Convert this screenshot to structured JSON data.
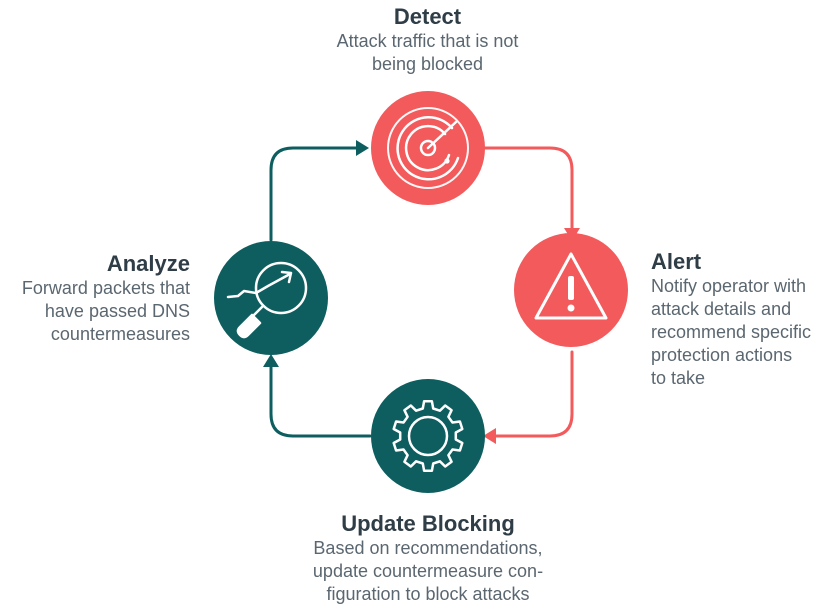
{
  "colors": {
    "accent_red": "#f25a5c",
    "accent_teal": "#0e5e60",
    "title_text": "#2f3d47",
    "body_text": "#5b6770"
  },
  "steps": {
    "detect": {
      "title": "Detect",
      "description": "Attack traffic that is not\nbeing blocked",
      "icon": "radar-icon"
    },
    "alert": {
      "title": "Alert",
      "description": "Notify operator with\nattack details and\nrecommend specific\nprotection actions\nto take",
      "icon": "warning-icon"
    },
    "update": {
      "title": "Update Blocking",
      "description": "Based on recommendations,\nupdate countermeasure con-\nfiguration to block attacks",
      "icon": "gear-icon"
    },
    "analyze": {
      "title": "Analyze",
      "description": "Forward packets that\nhave passed DNS\ncountermeasures",
      "icon": "magnifier-trend-icon"
    }
  }
}
